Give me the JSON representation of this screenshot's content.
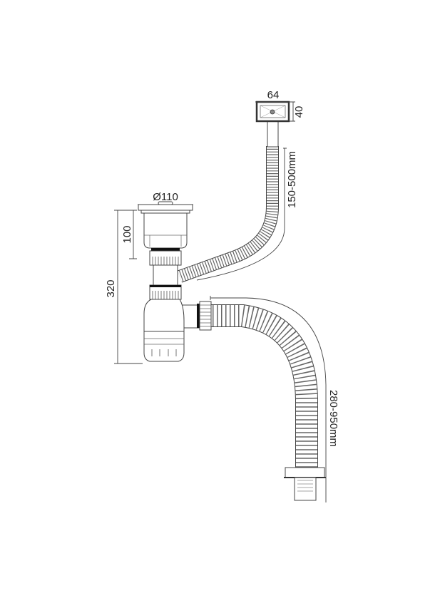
{
  "diagram": {
    "labels": {
      "overflow_width": "64",
      "overflow_height": "40",
      "overflow_hose_length": "150-500mm",
      "strainer_diameter": "Ø110",
      "strainer_height": "100",
      "total_height": "320",
      "outlet_hose_length": "280-950mm"
    },
    "colors": {
      "line": "#444444",
      "seal": "#111111",
      "background": "#ffffff"
    }
  }
}
